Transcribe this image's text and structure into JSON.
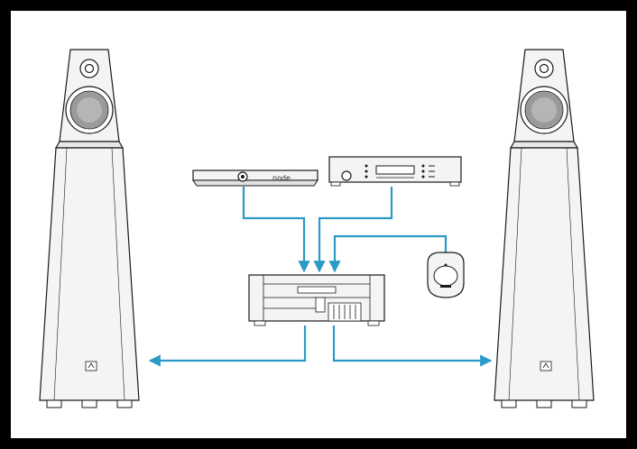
{
  "diagram": {
    "streamer_label": "node",
    "colors": {
      "cable": "#2b9bc6",
      "outline": "#1a1a1a",
      "speaker_fill": "#f4f4f4",
      "background": "#ffffff",
      "border": "#000000"
    },
    "nodes": [
      {
        "id": "left-speaker",
        "icon": "floorstanding-speaker-icon"
      },
      {
        "id": "right-speaker",
        "icon": "floorstanding-speaker-icon"
      },
      {
        "id": "streamer",
        "icon": "network-streamer-icon"
      },
      {
        "id": "cd-player",
        "icon": "cd-player-icon"
      },
      {
        "id": "remote",
        "icon": "remote-control-icon"
      },
      {
        "id": "amplifier",
        "icon": "integrated-amplifier-icon"
      }
    ],
    "connections": [
      {
        "from": "streamer",
        "to": "amplifier"
      },
      {
        "from": "cd-player",
        "to": "amplifier"
      },
      {
        "from": "remote",
        "to": "amplifier"
      },
      {
        "from": "amplifier",
        "to": "left-speaker"
      },
      {
        "from": "amplifier",
        "to": "right-speaker"
      }
    ]
  }
}
